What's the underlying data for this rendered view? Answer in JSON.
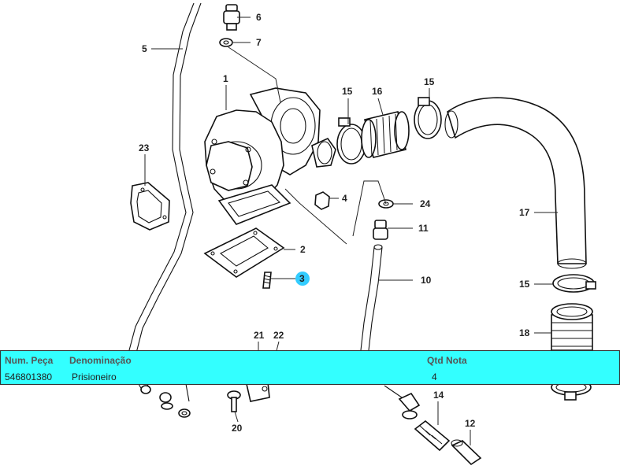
{
  "callouts": {
    "c1": "1",
    "c2": "2",
    "c3": "3",
    "c4": "4",
    "c5": "5",
    "c6": "6",
    "c7": "7",
    "c10": "10",
    "c11": "11",
    "c12": "12",
    "c14": "14",
    "c15a": "15",
    "c15b": "15",
    "c15c": "15",
    "c16": "16",
    "c17": "17",
    "c18": "18",
    "c20": "20",
    "c21": "21",
    "c22": "22",
    "c23": "23",
    "c24": "24"
  },
  "highlight": {
    "callout": "3",
    "color": "#33ccff"
  },
  "info_panel": {
    "background": "#33ffff",
    "headers": {
      "part_number": "Num. Peça",
      "description": "Denominação",
      "qty": "Qtd",
      "note": "Nota"
    },
    "row": {
      "part_number": "546801380",
      "description": "Prisioneiro",
      "qty": "4"
    }
  }
}
